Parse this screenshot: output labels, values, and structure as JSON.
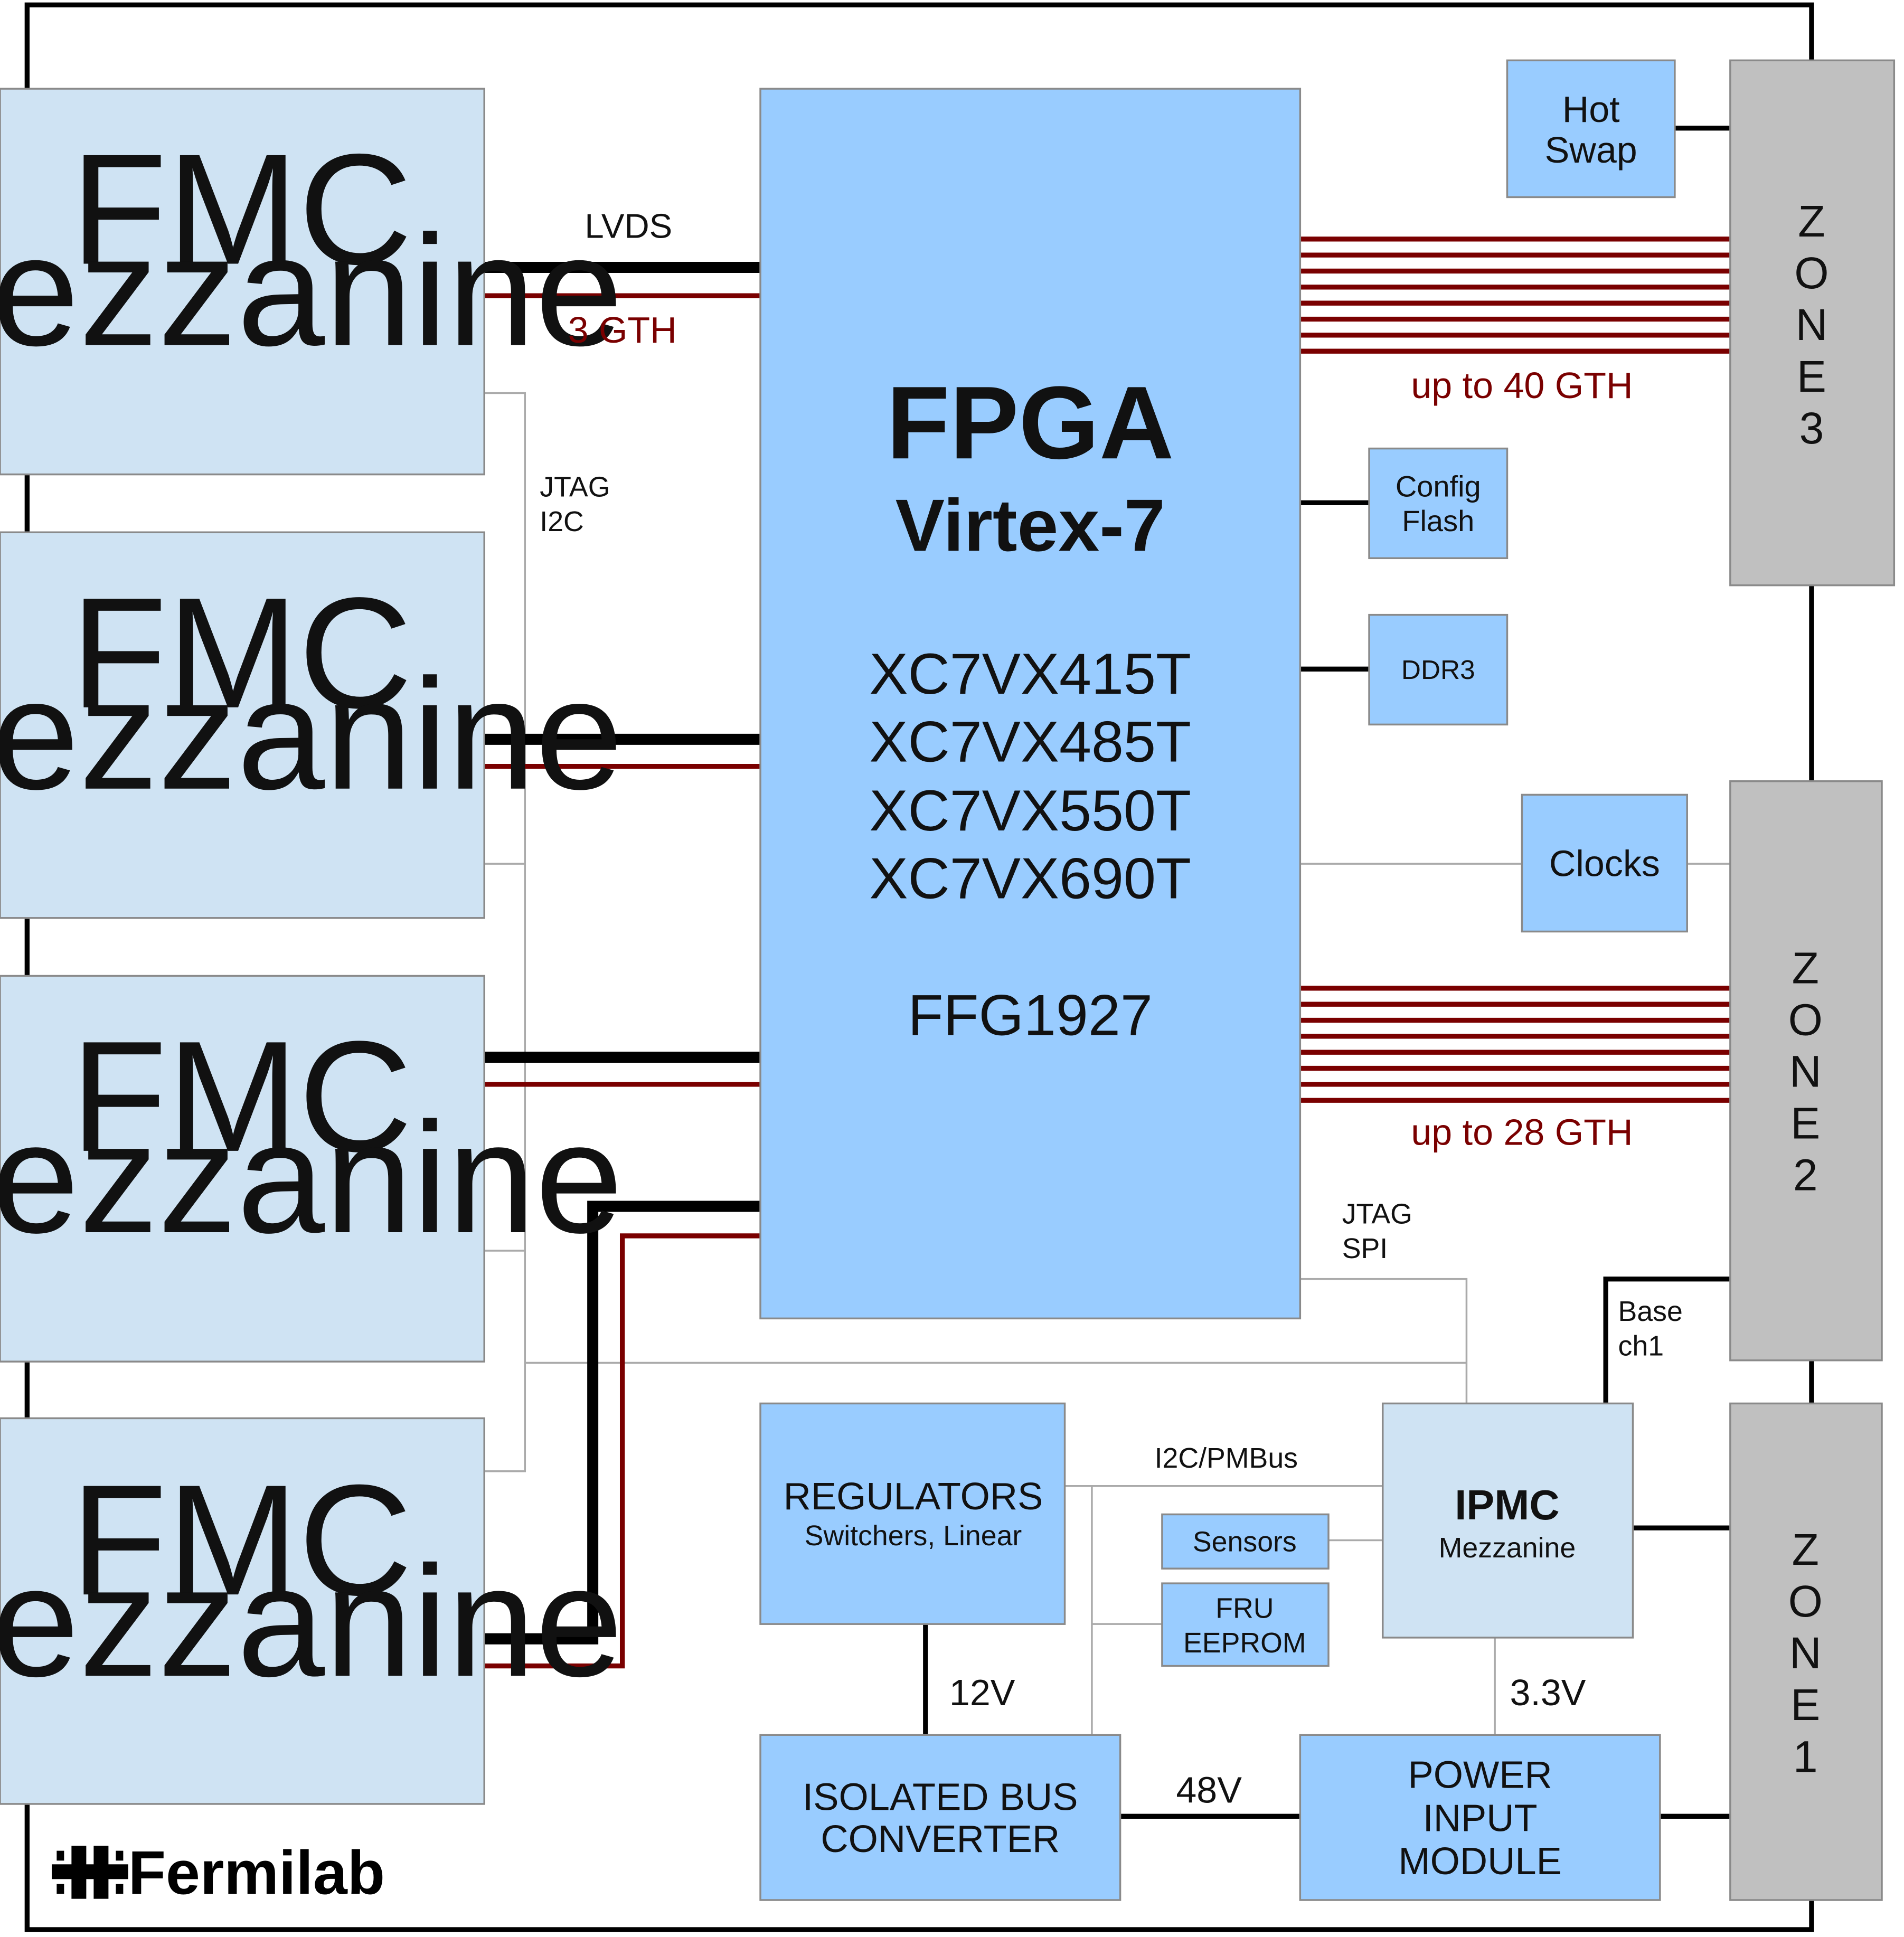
{
  "fmc": {
    "line1": "FMC",
    "line2": "Mezzanine"
  },
  "links": {
    "lvds": "LVDS",
    "gth3": "3 GTH",
    "jtag_i2c_1": "JTAG",
    "jtag_i2c_2": "I2C",
    "up40": "up to 40 GTH",
    "up28": "up to 28 GTH",
    "jtag_spi_1": "JTAG",
    "jtag_spi_2": "SPI",
    "base_1": "Base",
    "base_2": "ch1",
    "i2c_pmbus": "I2C/PMBus",
    "v12": "12V",
    "v48": "48V",
    "v33": "3.3V"
  },
  "fpga": {
    "title": "FPGA",
    "family": "Virtex-7",
    "parts": [
      "XC7VX415T",
      "XC7VX485T",
      "XC7VX550T",
      "XC7VX690T"
    ],
    "package": "FFG1927"
  },
  "hotswap": {
    "line1": "Hot",
    "line2": "Swap"
  },
  "config": {
    "line1": "Config",
    "line2": "Flash"
  },
  "ddr3": "DDR3",
  "clocks": "Clocks",
  "zones": {
    "zone3": [
      "Z",
      "O",
      "N",
      "E",
      "3"
    ],
    "zone2": [
      "Z",
      "O",
      "N",
      "E",
      "2"
    ],
    "zone1": [
      "Z",
      "O",
      "N",
      "E",
      "1"
    ]
  },
  "regulators": {
    "line1": "REGULATORS",
    "line2": "Switchers, Linear"
  },
  "sensors": "Sensors",
  "fru": {
    "line1": "FRU",
    "line2": "EEPROM"
  },
  "ipmc": {
    "line1": "IPMC",
    "line2": "Mezzanine"
  },
  "isolated": {
    "line1": "ISOLATED BUS",
    "line2": "CONVERTER"
  },
  "power": {
    "line1": "POWER",
    "line2": "INPUT",
    "line3": "MODULE"
  },
  "logo": {
    "text": "Fermilab"
  },
  "colors": {
    "fpga_blue": "#99ccff",
    "fmc_blue": "#cfe3f3",
    "zone_gray": "#c0c0c0",
    "gth_red": "#7a0000",
    "wire_black": "#000000",
    "thin_gray": "#aaaaaa"
  }
}
